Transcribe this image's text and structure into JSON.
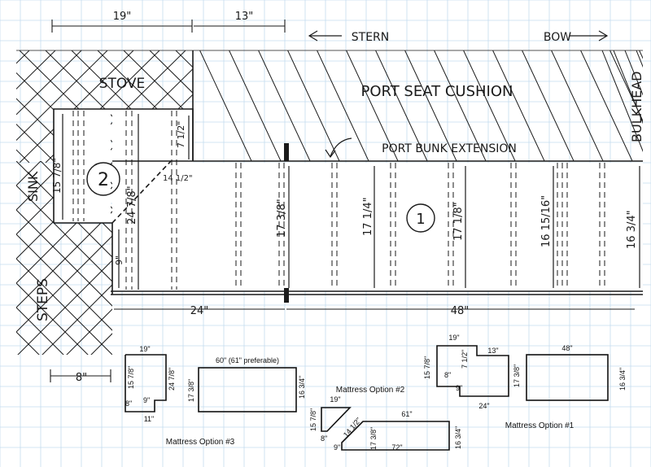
{
  "colors": {
    "grid": "#c4dcef",
    "ink": "#1a1a1a",
    "paper": "#ffffff"
  },
  "sketch": {
    "dim_19": "19\"",
    "dim_13": "13\"",
    "stern": "STERN",
    "bow": "BOW",
    "stove": "STOVE",
    "port_seat_cushion": "PORT SEAT CUSHION",
    "bulkhead": "BULKHEAD",
    "port_bunk_extension": "PORT BUNK EXTENSION",
    "sink": "SINK",
    "steps": "STEPS",
    "dim_15_78": "15 7/8\"",
    "dim_7_12": "7 1/2\"",
    "dim_14_12": "14 1/2\"",
    "dim_24_78": "24 7/8\"",
    "dim_17_38": "17 3/8\"",
    "dim_17_14": "17 1/4\"",
    "dim_17_18": "17 1/8\"",
    "dim_16_1516": "16 15/16\"",
    "dim_16_34": "16 3/4\"",
    "dim_9": "9\"",
    "dim_24": "24\"",
    "dim_48": "48\"",
    "dim_8": "8\"",
    "circle_2": "2",
    "circle_1": "1"
  },
  "option3": {
    "caption": "Mattress Option #3",
    "small": {
      "top": "19\"",
      "left": "15 7/8\"",
      "right": "24 7/8\"",
      "inner": "9\"",
      "bottom_left": "8\"",
      "bottom": "11\""
    },
    "big": {
      "top": "60\" (61\" preferable)",
      "left": "17 3/8\"",
      "right": "16 3/4\""
    }
  },
  "option2": {
    "caption": "Mattress Option #2",
    "small": {
      "top": "19\"",
      "left": "15 7/8\"",
      "bottom_left": "8\""
    },
    "big": {
      "top": "61\"",
      "diag": "14 1/2\"",
      "inner": "17 3/8\"",
      "left": "9\"",
      "bottom": "72\"",
      "right": "16 3/4\""
    }
  },
  "option1": {
    "caption": "Mattress Option #1",
    "small": {
      "top": "19\"",
      "left": "15 7/8\"",
      "inner_v": "7 1/2\"",
      "inner_h": "13\"",
      "left_low": "8\"",
      "bottom_left": "9\"",
      "bottom": "24\""
    },
    "big": {
      "top": "48\"",
      "left": "17 3/8\"",
      "right": "16 3/4\""
    }
  }
}
